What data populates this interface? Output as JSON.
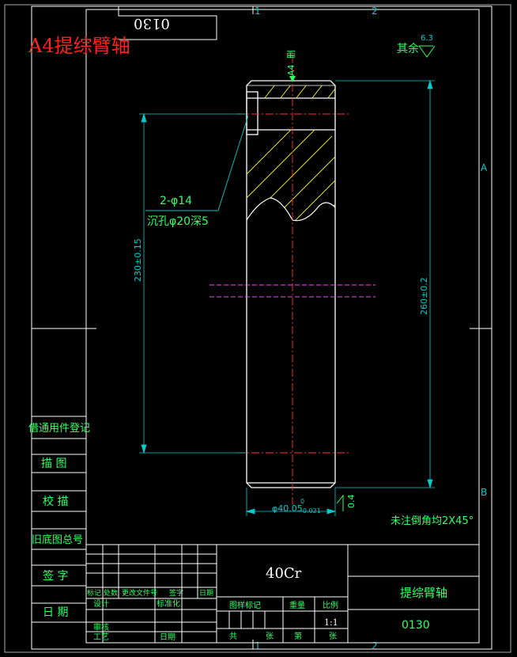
{
  "sheet": {
    "stamp_code": "0130",
    "red_title": "A4提综臂轴",
    "zone_1": "1",
    "zone_2": "2",
    "zone_a": "A",
    "zone_b": "B"
  },
  "part": {
    "slot_label": "A4",
    "slot_suffix": "删",
    "roughness_prefix": "其余",
    "roughness_value": "6.3",
    "hole_callout_1": "2-φ14",
    "hole_callout_2": "沉孔φ20深5",
    "dim_230": "230±0.15",
    "dim_260": "260±0.2",
    "dim_dia_main": "φ40.05",
    "dim_dia_up": "0",
    "dim_dia_low": "-0.021",
    "face_rough": "0.4",
    "chamfer_note": "未注倒角均2X45°"
  },
  "left_table": {
    "header": "借通用件登记",
    "rows": [
      "描  图",
      "校  描",
      "旧底图总号",
      "签  字",
      "日  期"
    ]
  },
  "title_block": {
    "material": "40Cr",
    "part_name": "提综臂轴",
    "drawing_no": "0130",
    "rev_headers": [
      "标记",
      "处数",
      "更改文件号",
      "签字",
      "日期"
    ],
    "design": "设计",
    "standardize": "标准化",
    "review": "审核",
    "process": "工艺",
    "date": "日期",
    "stage_mark": "图样标记",
    "weight": "重量",
    "scale": "比例",
    "scale_value": "1:1",
    "total": "共",
    "sheets": "张",
    "sheet_no": "第",
    "sheet_unit": "张"
  }
}
